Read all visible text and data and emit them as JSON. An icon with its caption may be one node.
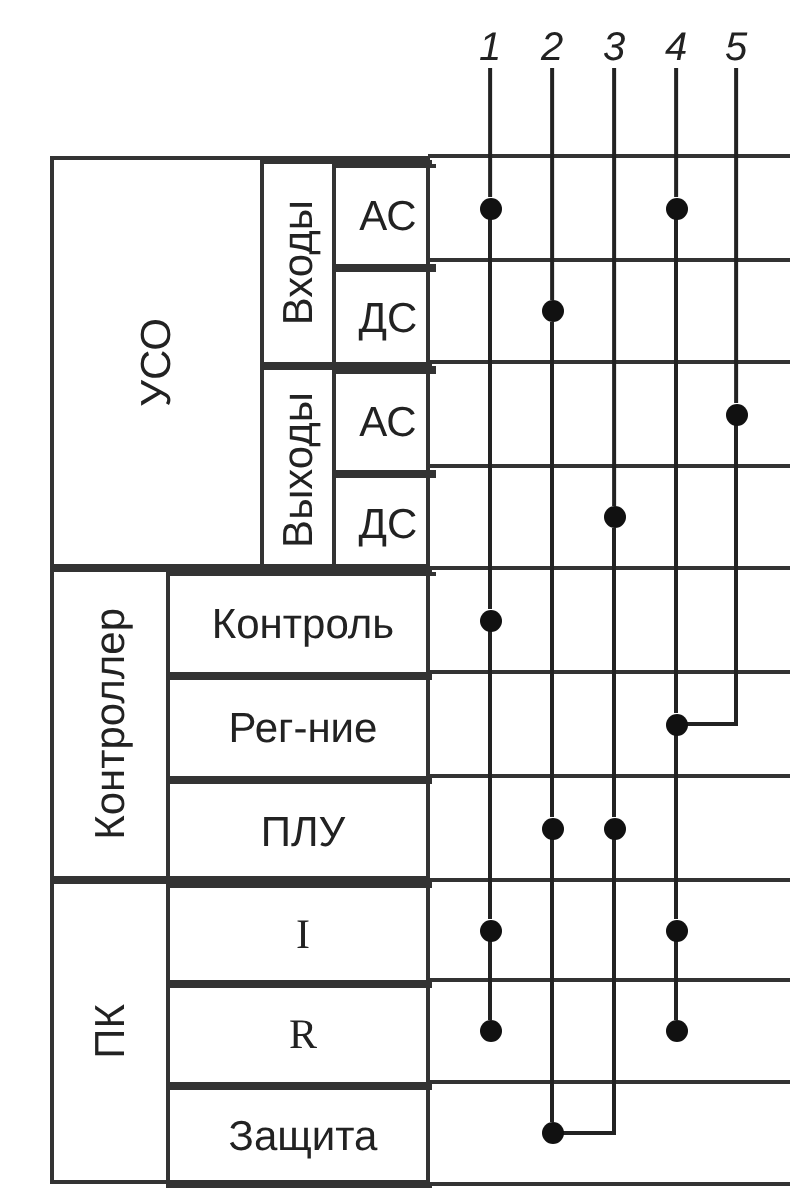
{
  "diagram": {
    "nodes": [
      {
        "text": [
          "УСО"
        ]
      },
      {
        "text": [
          "Входы"
        ],
        "in": 0
      },
      {
        "text": [
          "АС"
        ],
        "in": 1
      },
      {
        "text": [
          "ДС"
        ],
        "in": 1
      },
      {
        "text": [
          "Выходы"
        ],
        "in": 0
      },
      {
        "text": [
          "АС"
        ],
        "in": 4
      },
      {
        "text": [
          "ДС"
        ],
        "in": 4
      },
      {
        "text": [
          "Контроллер"
        ]
      },
      {
        "text": [
          "Контроль"
        ],
        "in": 7
      },
      {
        "text": [
          "Рег-ние"
        ],
        "in": 7
      },
      {
        "text": [
          "ПЛУ"
        ],
        "in": 7
      },
      {
        "text": [
          "ПК"
        ]
      },
      {
        "text": [
          "I"
        ],
        "in": 11
      },
      {
        "text": [
          "R"
        ],
        "in": 11
      },
      {
        "text": [
          "Защита"
        ],
        "in": 11
      },
      {
        "text": [
          "1"
        ]
      },
      {
        "text": [
          "2"
        ]
      },
      {
        "text": [
          "3"
        ]
      },
      {
        "text": [
          "4"
        ]
      },
      {
        "text": [
          "5"
        ]
      },
      {
        "text": [],
        "shape": "circle"
      },
      {
        "text": [],
        "shape": "circle"
      },
      {
        "text": [],
        "shape": "circle"
      },
      {
        "text": [],
        "shape": "circle"
      },
      {
        "text": [],
        "shape": "circle"
      },
      {
        "text": [],
        "shape": "circle"
      },
      {
        "text": [],
        "shape": "circle"
      },
      {
        "text": [],
        "shape": "circle"
      },
      {
        "text": [],
        "shape": "circle"
      },
      {
        "text": [],
        "shape": "circle"
      },
      {
        "text": [],
        "shape": "circle"
      },
      {
        "text": [],
        "shape": "circle"
      },
      {
        "text": [],
        "shape": "circle"
      },
      {
        "text": [],
        "shape": "circle"
      }
    ],
    "edges": [
      {
        "from": 15,
        "to": 20,
        "arrow": "none"
      },
      {
        "from": 20,
        "to": 25,
        "arrow": "none"
      },
      {
        "from": 25,
        "to": 29,
        "arrow": "none"
      },
      {
        "from": 29,
        "to": 31,
        "arrow": "none"
      },
      {
        "from": 16,
        "to": 22,
        "arrow": "none"
      },
      {
        "from": 22,
        "to": 27,
        "arrow": "none"
      },
      {
        "from": 27,
        "to": 33,
        "arrow": "none"
      },
      {
        "from": 17,
        "to": 24,
        "arrow": "none"
      },
      {
        "from": 24,
        "to": 28,
        "arrow": "none"
      },
      {
        "from": 28,
        "to": 33,
        "arrow": "none"
      },
      {
        "from": 18,
        "to": 21,
        "arrow": "none"
      },
      {
        "from": 21,
        "to": 26,
        "arrow": "none"
      },
      {
        "from": 26,
        "to": 30,
        "arrow": "none"
      },
      {
        "from": 30,
        "to": 32,
        "arrow": "none"
      },
      {
        "from": 19,
        "to": 23,
        "arrow": "none"
      },
      {
        "from": 23,
        "to": 26,
        "arrow": "none"
      }
    ]
  }
}
